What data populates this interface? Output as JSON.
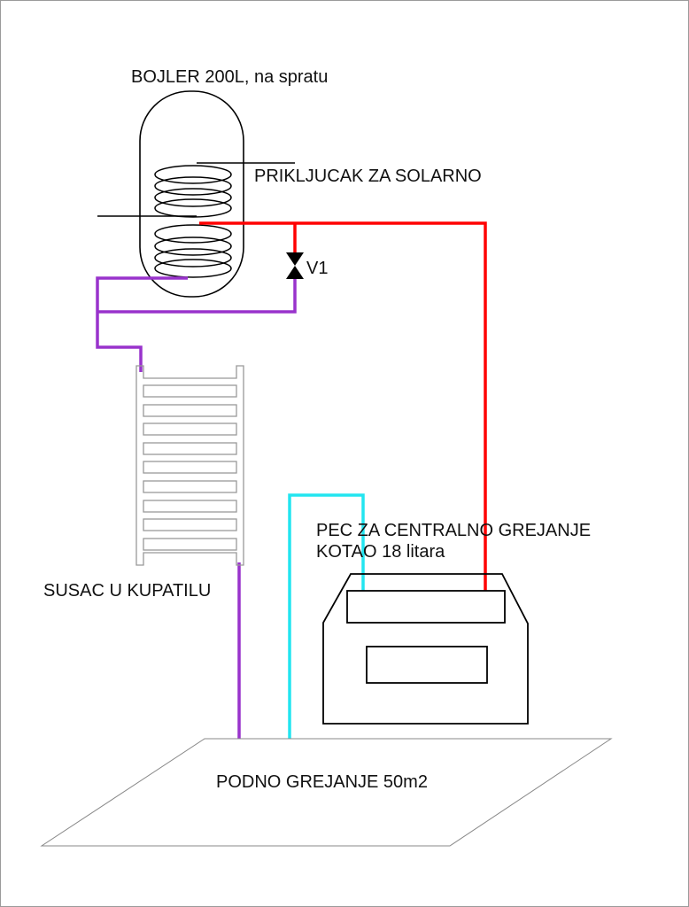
{
  "labels": {
    "boiler": "BOJLER 200L, na spratu",
    "solar": "PRIKLJUCAK ZA SOLARNO",
    "valve": "V1",
    "radiator": "SUSAC U KUPATILU",
    "furnace_line1": "PEC ZA CENTRALNO GREJANJE",
    "furnace_line2": "KOTAO 18 litara",
    "floor": "PODNO GREJANJE 50m2"
  },
  "colors": {
    "hot_pipe": "#ff0000",
    "return_pipe": "#9933cc",
    "floor_pipe": "#22e5f0",
    "outline": "#000000",
    "radiator": "#999999"
  }
}
